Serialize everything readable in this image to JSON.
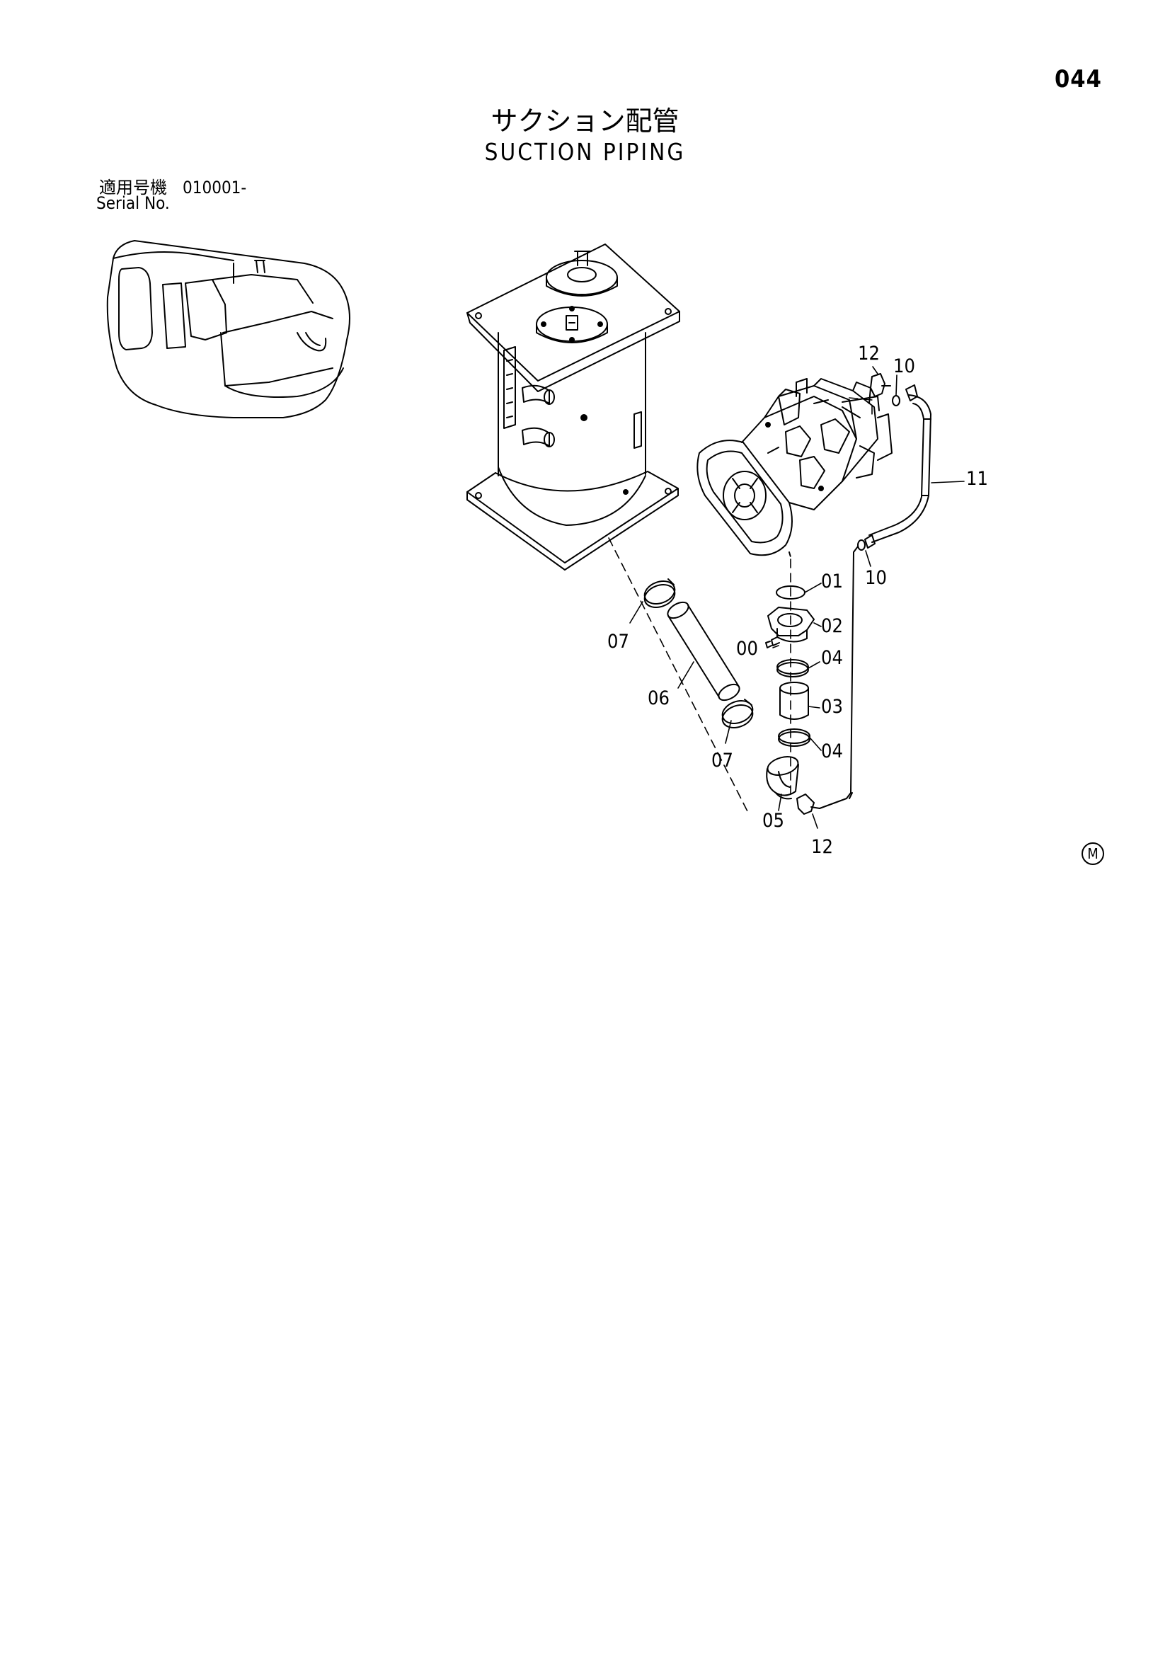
{
  "page": {
    "number": "044"
  },
  "title": {
    "japanese": "サクション配管",
    "english": "SUCTION PIPING"
  },
  "serial": {
    "label_jp": "適用号機",
    "code": "010001-",
    "label_en": "Serial No."
  },
  "mark": "M",
  "callouts": {
    "c00": "00",
    "c01": "01",
    "c02": "02",
    "c03": "03",
    "c04a": "04",
    "c04b": "04",
    "c05": "05",
    "c06": "06",
    "c07a": "07",
    "c07b": "07",
    "c10a": "10",
    "c10b": "10",
    "c11": "11",
    "c12a": "12",
    "c12b": "12"
  }
}
